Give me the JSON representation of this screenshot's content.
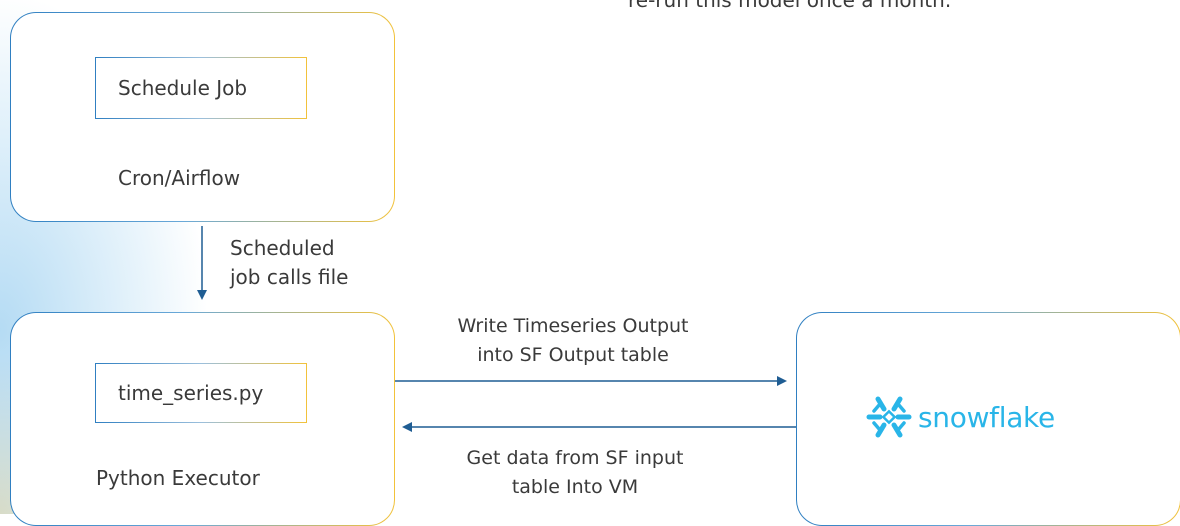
{
  "top_note": "re-run this model once a month.",
  "scheduler": {
    "inner_label": "Schedule Job",
    "caption": "Cron/Airflow"
  },
  "scheduled_arrow": {
    "line1": "Scheduled",
    "line2": "job calls file"
  },
  "executor": {
    "inner_label": "time_series.py",
    "caption": "Python Executor"
  },
  "write_arrow": {
    "line1": "Write Timeseries Output",
    "line2": "into SF Output table"
  },
  "read_arrow": {
    "line1": "Get data from SF input",
    "line2": "table Into VM"
  },
  "snowflake": {
    "logo_text": "snowflake",
    "logo_color": "#29b5e8"
  },
  "colors": {
    "arrow": "#1f5d93",
    "border_blue": "#2f7fc1",
    "border_yellow": "#f2c23a"
  }
}
